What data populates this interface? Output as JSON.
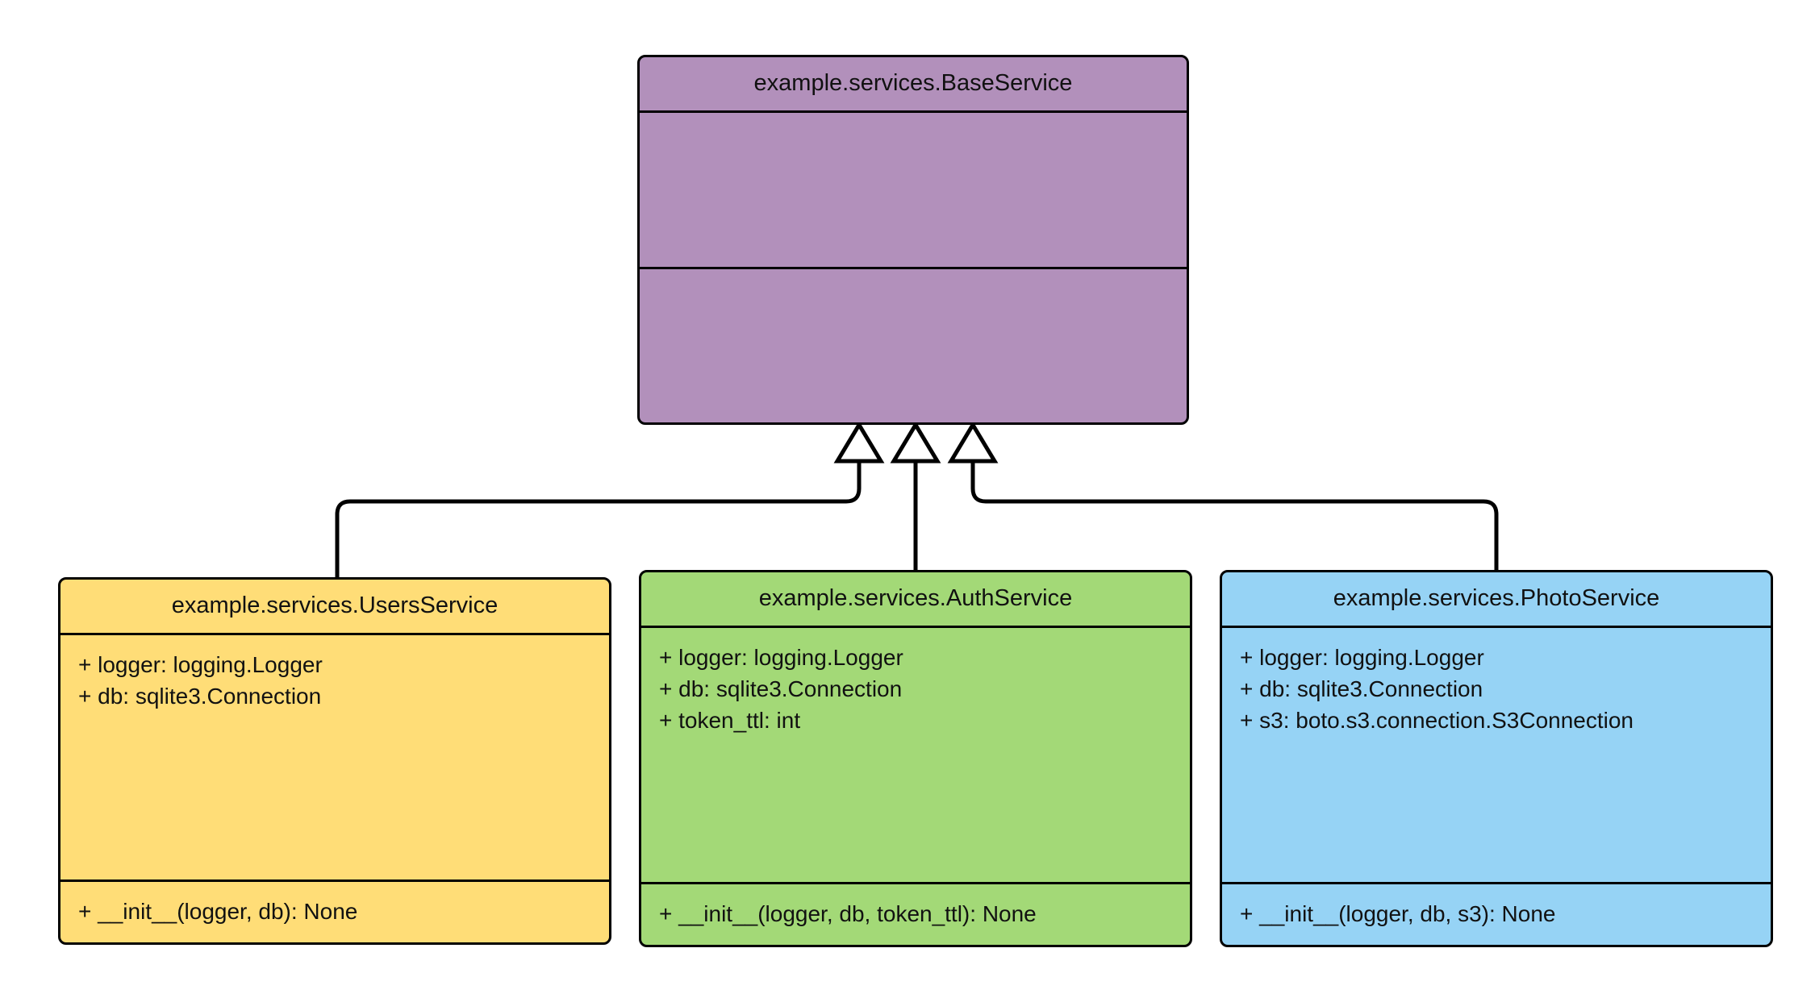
{
  "diagram": {
    "kind": "uml-class-diagram",
    "background_color": "#ffffff",
    "line_color": "#000000",
    "relationship": "generalization"
  },
  "classes": {
    "base": {
      "name": "example.services.BaseService",
      "fill_color": "#b290bb",
      "attributes": [],
      "methods": []
    },
    "users": {
      "name": "example.services.UsersService",
      "fill_color": "#ffdd77",
      "attributes": [
        "+ logger: logging.Logger",
        "+ db: sqlite3.Connection"
      ],
      "methods": [
        "+ __init__(logger, db): None"
      ]
    },
    "auth": {
      "name": "example.services.AuthService",
      "fill_color": "#a3d977",
      "attributes": [
        "+ logger: logging.Logger",
        "+ db: sqlite3.Connection",
        "+ token_ttl: int"
      ],
      "methods": [
        "+ __init__(logger, db, token_ttl): None"
      ]
    },
    "photo": {
      "name": "example.services.PhotoService",
      "fill_color": "#96d3f5",
      "attributes": [
        "+ logger: logging.Logger",
        "+ db: sqlite3.Connection",
        "+ s3: boto.s3.connection.S3Connection"
      ],
      "methods": [
        "+ __init__(logger, db, s3): None"
      ]
    }
  },
  "edges": [
    {
      "from": "example.services.UsersService",
      "to": "example.services.BaseService",
      "type": "inheritance"
    },
    {
      "from": "example.services.AuthService",
      "to": "example.services.BaseService",
      "type": "inheritance"
    },
    {
      "from": "example.services.PhotoService",
      "to": "example.services.BaseService",
      "type": "inheritance"
    }
  ]
}
